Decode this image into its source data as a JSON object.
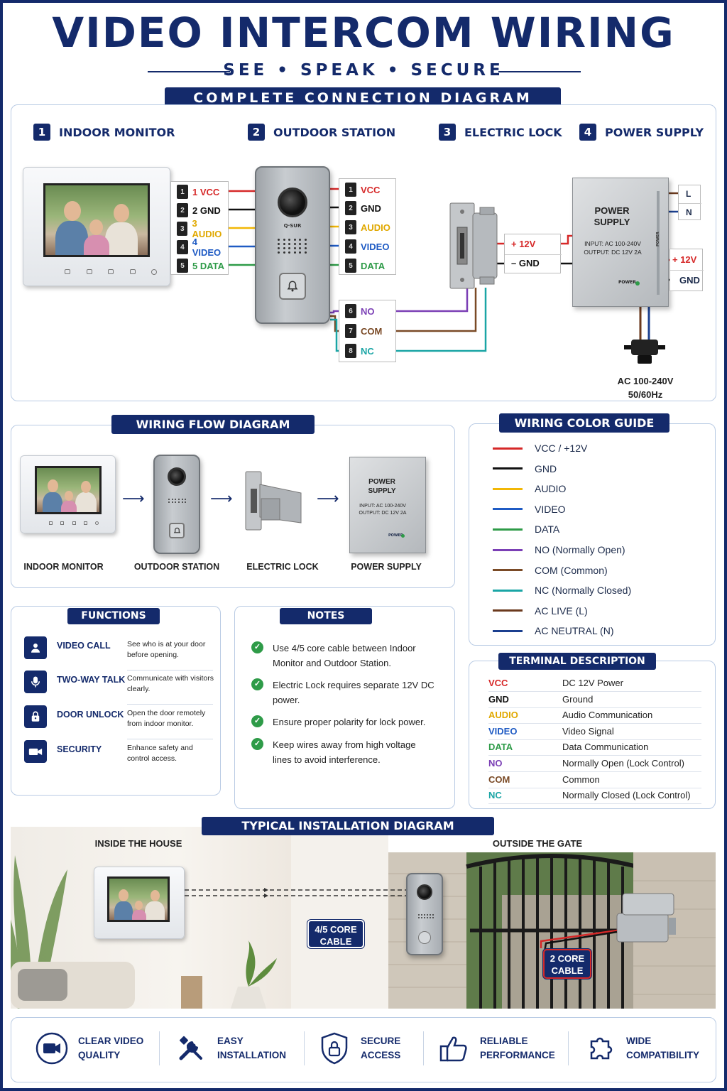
{
  "header": {
    "title": "VIDEO INTERCOM WIRING",
    "tagline": "SEE • SPEAK • SECURE",
    "subtitle": "COMPLETE CONNECTION DIAGRAM"
  },
  "steps": [
    {
      "num": "1",
      "label": "INDOOR MONITOR"
    },
    {
      "num": "2",
      "label": "OUTDOOR STATION"
    },
    {
      "num": "3",
      "label": "ELECTRIC LOCK"
    },
    {
      "num": "4",
      "label": "POWER SUPPLY"
    }
  ],
  "monitor_terminals": [
    {
      "num": "1",
      "label": "1 VCC",
      "color": "#d62828"
    },
    {
      "num": "2",
      "label": "2 GND",
      "color": "#111111"
    },
    {
      "num": "3",
      "label": "3 AUDIO",
      "color": "#f2b705"
    },
    {
      "num": "4",
      "label": "4 VIDEO",
      "color": "#1f5bc4"
    },
    {
      "num": "5",
      "label": "5 DATA",
      "color": "#2e9b48"
    }
  ],
  "station_terminals": [
    {
      "num": "1",
      "label": "VCC",
      "color": "#d62828"
    },
    {
      "num": "2",
      "label": "GND",
      "color": "#111111"
    },
    {
      "num": "3",
      "label": "AUDIO",
      "color": "#f2b705"
    },
    {
      "num": "4",
      "label": "VIDEO",
      "color": "#1f5bc4"
    },
    {
      "num": "5",
      "label": "DATA",
      "color": "#2e9b48"
    }
  ],
  "lock_terminals": [
    {
      "num": "6",
      "label": "NO",
      "color": "#7b3fb5"
    },
    {
      "num": "7",
      "label": "COM",
      "color": "#7a4a26"
    },
    {
      "num": "8",
      "label": "NC",
      "color": "#1aa5a5"
    }
  ],
  "lock_power": {
    "plus": "+ 12V",
    "minus": "– GND"
  },
  "psu": {
    "title_line1": "POWER",
    "title_line2": "SUPPLY",
    "input": "INPUT: AC 100-240V",
    "output": "OUTPUT: DC 12V 2A",
    "flow_output": "OUTPUT: DC 12V 2A",
    "power_label": "POWER",
    "side_label": "POWER",
    "l": "L",
    "n": "N",
    "plus": "+ 12V",
    "gnd": "GND",
    "ac_line1": "AC 100-240V",
    "ac_line2": "50/60Hz"
  },
  "station_brand": "Q·SUR",
  "flow": {
    "title": "WIRING FLOW DIAGRAM",
    "items": [
      "INDOOR MONITOR",
      "OUTDOOR STATION",
      "ELECTRIC LOCK",
      "POWER SUPPLY"
    ]
  },
  "color_guide": {
    "title": "WIRING COLOR GUIDE",
    "items": [
      {
        "label": "VCC / +12V",
        "color": "#d62828"
      },
      {
        "label": "GND",
        "color": "#111111"
      },
      {
        "label": "AUDIO",
        "color": "#f2b705"
      },
      {
        "label": "VIDEO",
        "color": "#1f5bc4"
      },
      {
        "label": "DATA",
        "color": "#2e9b48"
      },
      {
        "label": "NO (Normally Open)",
        "color": "#7b3fb5"
      },
      {
        "label": "COM (Common)",
        "color": "#7a4a26"
      },
      {
        "label": "NC (Normally Closed)",
        "color": "#1aa5a5"
      },
      {
        "label": "AC LIVE (L)",
        "color": "#6b3a1e"
      },
      {
        "label": "AC NEUTRAL (N)",
        "color": "#1b3f8f"
      }
    ]
  },
  "functions": {
    "title": "FUNCTIONS",
    "items": [
      {
        "title": "VIDEO CALL",
        "desc": "See who is at your door before opening.",
        "icon": "person-icon"
      },
      {
        "title": "TWO-WAY TALK",
        "desc": "Communicate with visitors clearly.",
        "icon": "microphone-icon"
      },
      {
        "title": "DOOR UNLOCK",
        "desc": "Open the door remotely from indoor monitor.",
        "icon": "lock-icon"
      },
      {
        "title": "SECURITY",
        "desc": "Enhance safety and control access.",
        "icon": "camera-icon"
      }
    ]
  },
  "notes": {
    "title": "NOTES",
    "items": [
      "Use 4/5 core cable between Indoor Monitor and Outdoor Station.",
      "Electric Lock requires separate 12V DC power.",
      "Ensure proper polarity for lock power.",
      "Keep wires away from high voltage lines to avoid interference."
    ]
  },
  "terminal_description": {
    "title": "TERMINAL DESCRIPTION",
    "rows": [
      {
        "key": "VCC",
        "value": "DC 12V Power",
        "color": "#d62828"
      },
      {
        "key": "GND",
        "value": "Ground",
        "color": "#111111"
      },
      {
        "key": "AUDIO",
        "value": "Audio Communication",
        "color": "#e0a800"
      },
      {
        "key": "VIDEO",
        "value": "Video Signal",
        "color": "#1f5bc4"
      },
      {
        "key": "DATA",
        "value": "Data Communication",
        "color": "#2e9b48"
      },
      {
        "key": "NO",
        "value": "Normally Open (Lock Control)",
        "color": "#7b3fb5"
      },
      {
        "key": "COM",
        "value": "Common",
        "color": "#7a4a26"
      },
      {
        "key": "NC",
        "value": "Normally Closed (Lock Control)",
        "color": "#1aa5a5"
      }
    ]
  },
  "installation": {
    "title": "TYPICAL INSTALLATION DIAGRAM",
    "inside": "INSIDE THE HOUSE",
    "outside": "OUTSIDE THE GATE",
    "cable1_line1": "4/5 CORE",
    "cable1_line2": "CABLE",
    "cable2_line1": "2 CORE",
    "cable2_line2": "CABLE"
  },
  "features": [
    {
      "line1": "CLEAR VIDEO",
      "line2": "QUALITY",
      "icon": "video-camera-icon"
    },
    {
      "line1": "EASY",
      "line2": "INSTALLATION",
      "icon": "tools-icon"
    },
    {
      "line1": "SECURE",
      "line2": "ACCESS",
      "icon": "shield-lock-icon"
    },
    {
      "line1": "RELIABLE",
      "line2": "PERFORMANCE",
      "icon": "thumbs-up-icon"
    },
    {
      "line1": "WIDE",
      "line2": "COMPATIBILITY",
      "icon": "puzzle-icon"
    }
  ]
}
